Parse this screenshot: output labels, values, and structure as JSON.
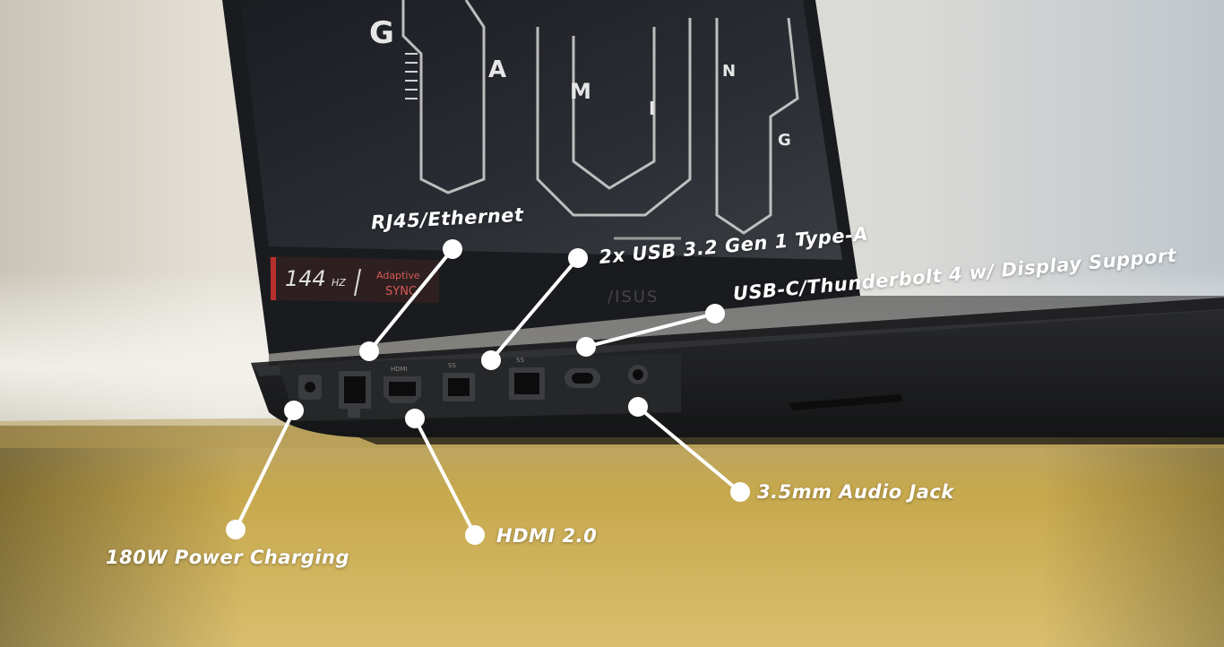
{
  "photo": {
    "screen": {
      "letters": [
        "G",
        "A",
        "M",
        "I",
        "N",
        "G"
      ],
      "badge_refresh": "144",
      "badge_unit": "HZ",
      "badge_adaptive": "Adaptive",
      "badge_sync": "SYNC",
      "bezel_logo": "/ISUS"
    },
    "port_labels": {
      "hdmi": "HDMI",
      "usb_a": "SS"
    }
  },
  "callouts": {
    "rj45": "RJ45/Ethernet",
    "usb_a": "2x USB 3.2 Gen 1 Type-A",
    "usb_c": "USB-C/Thunderbolt 4 w/ Display Support",
    "power": "180W Power Charging",
    "hdmi": "HDMI 2.0",
    "audio": "3.5mm Audio Jack"
  },
  "colors": {
    "callout": "#ffffff",
    "laptop_body": "#1c1d1f",
    "table": "#c7a957",
    "badge_accent": "#b8302b"
  }
}
